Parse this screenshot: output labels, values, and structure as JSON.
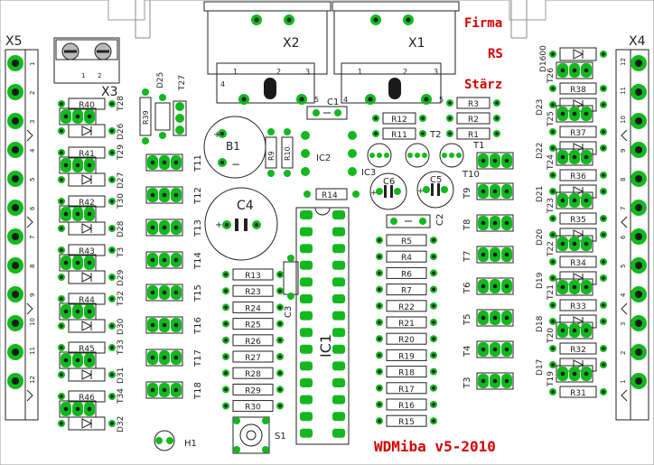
{
  "texts": {
    "x5": "X5",
    "x4": "X4",
    "x3": "X3",
    "x2": "X2",
    "x1": "X1",
    "firma": "Firma",
    "rs": "RS",
    "staerz": "Stärz",
    "b1": "B1",
    "c4": "C4",
    "c1": "C1",
    "c2": "C2",
    "c3": "C3",
    "c5": "C5",
    "c6": "C6",
    "ic1": "IC1",
    "ic2": "IC2",
    "ic3": "IC3",
    "h1": "H1",
    "s1": "S1",
    "r14": "R14",
    "r9": "R9",
    "r10": "R10",
    "r39": "R39",
    "t1": "T1",
    "t2": "T2",
    "t10": "T10",
    "t27": "T27",
    "d25": "D25",
    "d1600": "D1600",
    "footer": "WDMiba v5-2010"
  },
  "colors": {
    "board": "#ffffff",
    "silk": "#222222",
    "pad_green": "#12b81e",
    "pad_dark": "#1a1a1a",
    "pad_gray": "#b9b9b9",
    "brand_red": "#d40000"
  },
  "left_connector": {
    "pins": [
      "1",
      "2",
      "3",
      "4",
      "5",
      "6",
      "7",
      "8",
      "9",
      "10",
      "11",
      "12"
    ]
  },
  "right_connector": {
    "pins": [
      "12",
      "11",
      "10",
      "9",
      "8",
      "7",
      "6",
      "5",
      "4",
      "3",
      "2",
      "1"
    ]
  },
  "left_col": {
    "resistors": [
      "R40",
      "R41",
      "R42",
      "R43",
      "R44",
      "R45",
      "R46"
    ],
    "diodes": [
      "D26",
      "D27",
      "D28",
      "D29",
      "D30",
      "D31",
      "D32"
    ],
    "transistors": [
      "T28",
      "T29",
      "T30",
      "T3",
      "T32",
      "T33",
      "T34"
    ]
  },
  "right_col": {
    "resistors": [
      "R38",
      "R37",
      "R36",
      "R35",
      "R34",
      "R33",
      "R32",
      "R31"
    ],
    "diodes": [
      "D23",
      "D22",
      "D21",
      "D20",
      "D19",
      "D18",
      "D17"
    ],
    "transistors": [
      "T26",
      "T25",
      "T24",
      "T23",
      "T22",
      "T21",
      "T20",
      "T19"
    ]
  },
  "center_transistors": [
    "T11",
    "T12",
    "T13",
    "T14",
    "T15",
    "T16",
    "T17",
    "T18"
  ],
  "center_resistors": [
    "R13",
    "R23",
    "R24",
    "R25",
    "R26",
    "R27",
    "R28",
    "R29",
    "R30"
  ],
  "right_resistors": [
    "R5",
    "R4",
    "R6",
    "R7",
    "R22",
    "R21",
    "R20",
    "R19",
    "R18",
    "R17",
    "R16",
    "R15"
  ],
  "inner_right_transistors": [
    "T9",
    "T8",
    "T7",
    "T6",
    "T5",
    "T4",
    "T3"
  ],
  "top_resistors": [
    "R3",
    "R2",
    "R1",
    "R12",
    "R11"
  ],
  "x2_pins": [
    "1",
    "2",
    "3",
    "4",
    "5"
  ],
  "x1_pins": [
    "1",
    "2",
    "3",
    "4",
    "5"
  ],
  "x3_pins": [
    "1",
    "2"
  ]
}
